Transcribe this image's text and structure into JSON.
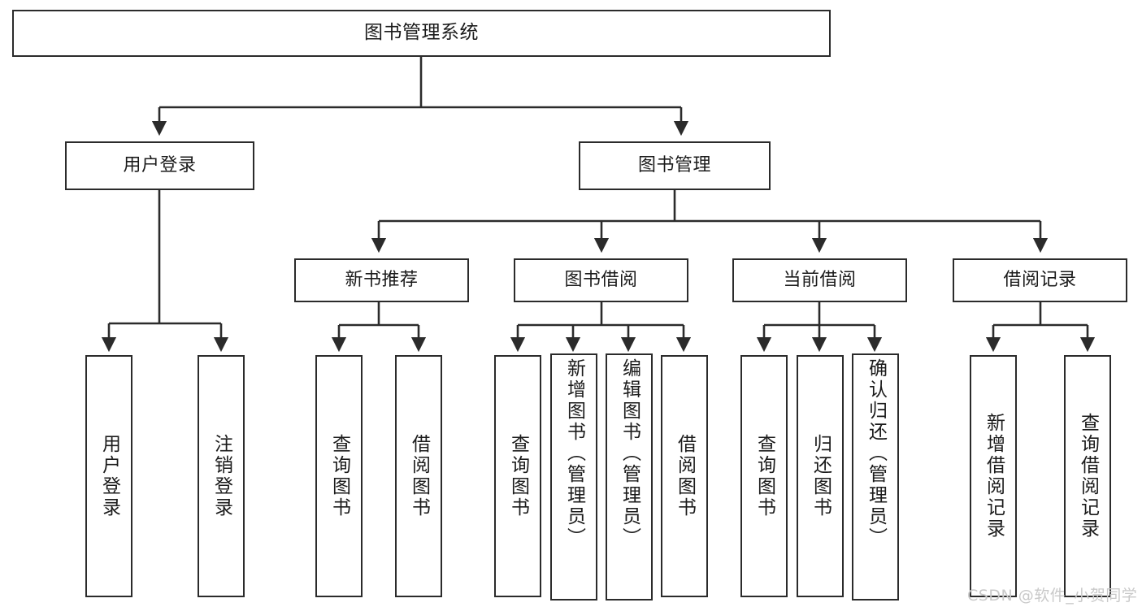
{
  "diagram": {
    "type": "hierarchy-tree",
    "title": "图书管理系统",
    "root": {
      "id": "root",
      "label": "图书管理系统"
    },
    "level1": [
      {
        "id": "user-login",
        "label": "用户登录"
      },
      {
        "id": "book-manage",
        "label": "图书管理"
      }
    ],
    "level2": [
      {
        "id": "new-book-rec",
        "label": "新书推荐",
        "parent": "book-manage"
      },
      {
        "id": "book-borrow",
        "label": "图书借阅",
        "parent": "book-manage"
      },
      {
        "id": "current-borrow",
        "label": "当前借阅",
        "parent": "book-manage"
      },
      {
        "id": "borrow-record",
        "label": "借阅记录",
        "parent": "book-manage"
      }
    ],
    "leaves": {
      "user_login": [
        {
          "id": "leaf-user-login",
          "label": "用户登录"
        },
        {
          "id": "leaf-logout-login",
          "label": "注销登录"
        }
      ],
      "new_book_rec": [
        {
          "id": "leaf-query-book-1",
          "label": "查询图书"
        },
        {
          "id": "leaf-borrow-book-1",
          "label": "借阅图书"
        }
      ],
      "book_borrow": [
        {
          "id": "leaf-query-book-2",
          "label": "查询图书"
        },
        {
          "id": "leaf-add-book",
          "label": "新增图书（管理员）"
        },
        {
          "id": "leaf-edit-book",
          "label": "编辑图书（管理员）"
        },
        {
          "id": "leaf-borrow-book-2",
          "label": "借阅图书"
        }
      ],
      "current_borrow": [
        {
          "id": "leaf-query-book-3",
          "label": "查询图书"
        },
        {
          "id": "leaf-return-book",
          "label": "归还图书"
        },
        {
          "id": "leaf-confirm-return",
          "label": "确认归还（管理员）"
        }
      ],
      "borrow_record": [
        {
          "id": "leaf-add-record",
          "label": "新增借阅记录"
        },
        {
          "id": "leaf-query-record",
          "label": "查询借阅记录"
        }
      ]
    },
    "colors": {
      "box_border": "#2b2b2b",
      "box_fill": "#ffffff",
      "edge": "#2b2b2b",
      "text": "#1b1b1b",
      "watermark": "#c9c9c9",
      "background": "#ffffff"
    }
  },
  "watermark": {
    "text": "CSDN @软件_小贺同学"
  }
}
